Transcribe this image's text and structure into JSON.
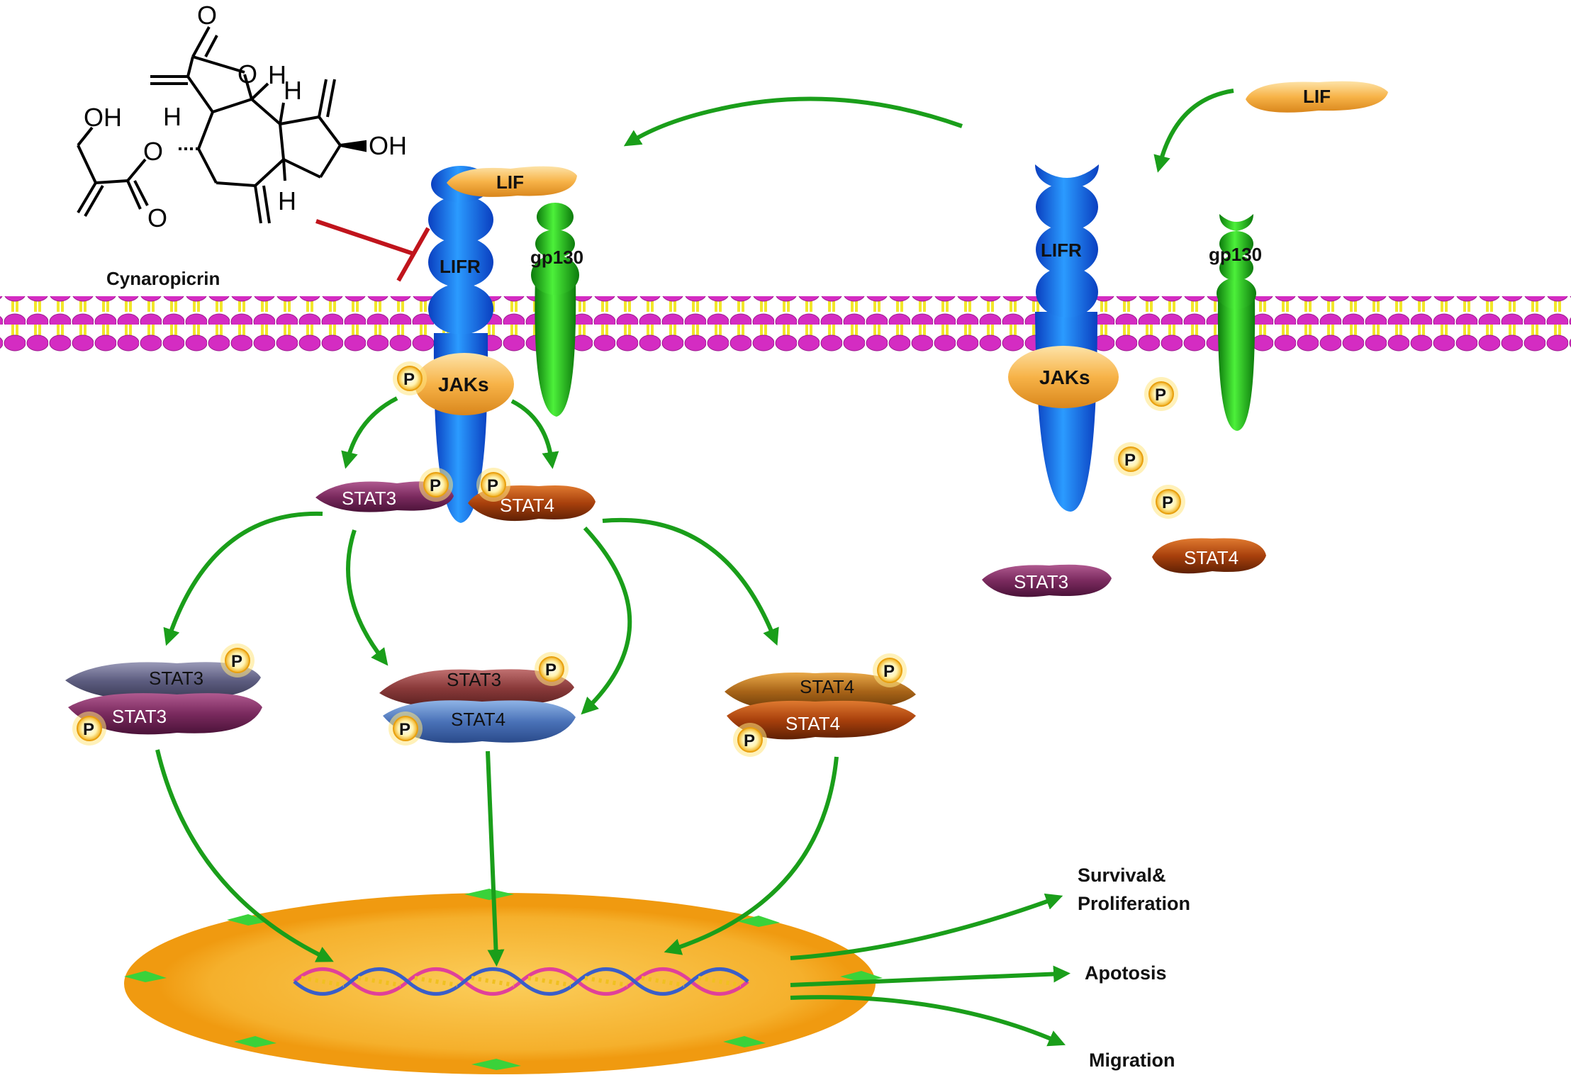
{
  "labels": {
    "cynaropicrin": "Cynaropicrin",
    "lif": "LIF",
    "lifr": "LIFR",
    "gp130": "gp130",
    "jaks": "JAKs",
    "stat3": "STAT3",
    "stat4": "STAT4",
    "p": "P",
    "survival_line1": "Survival&",
    "survival_line2": "Proliferation",
    "apoptosis": "Apotosis",
    "migration": "Migration"
  },
  "molecule": {
    "oh": "OH",
    "o": "O",
    "h": "H"
  },
  "colors": {
    "arrow": "#1a9e1a",
    "inhibit": "#c0141c",
    "lif": "#f5b14a",
    "lifr": "#1e7bef",
    "gp130": "#22c41a",
    "stat3": "#7a2a5e",
    "stat4": "#a8400c",
    "membrane_head": "#d42cc2",
    "membrane_tail": "#f2e62a",
    "nucleus": "#f5a21c"
  }
}
